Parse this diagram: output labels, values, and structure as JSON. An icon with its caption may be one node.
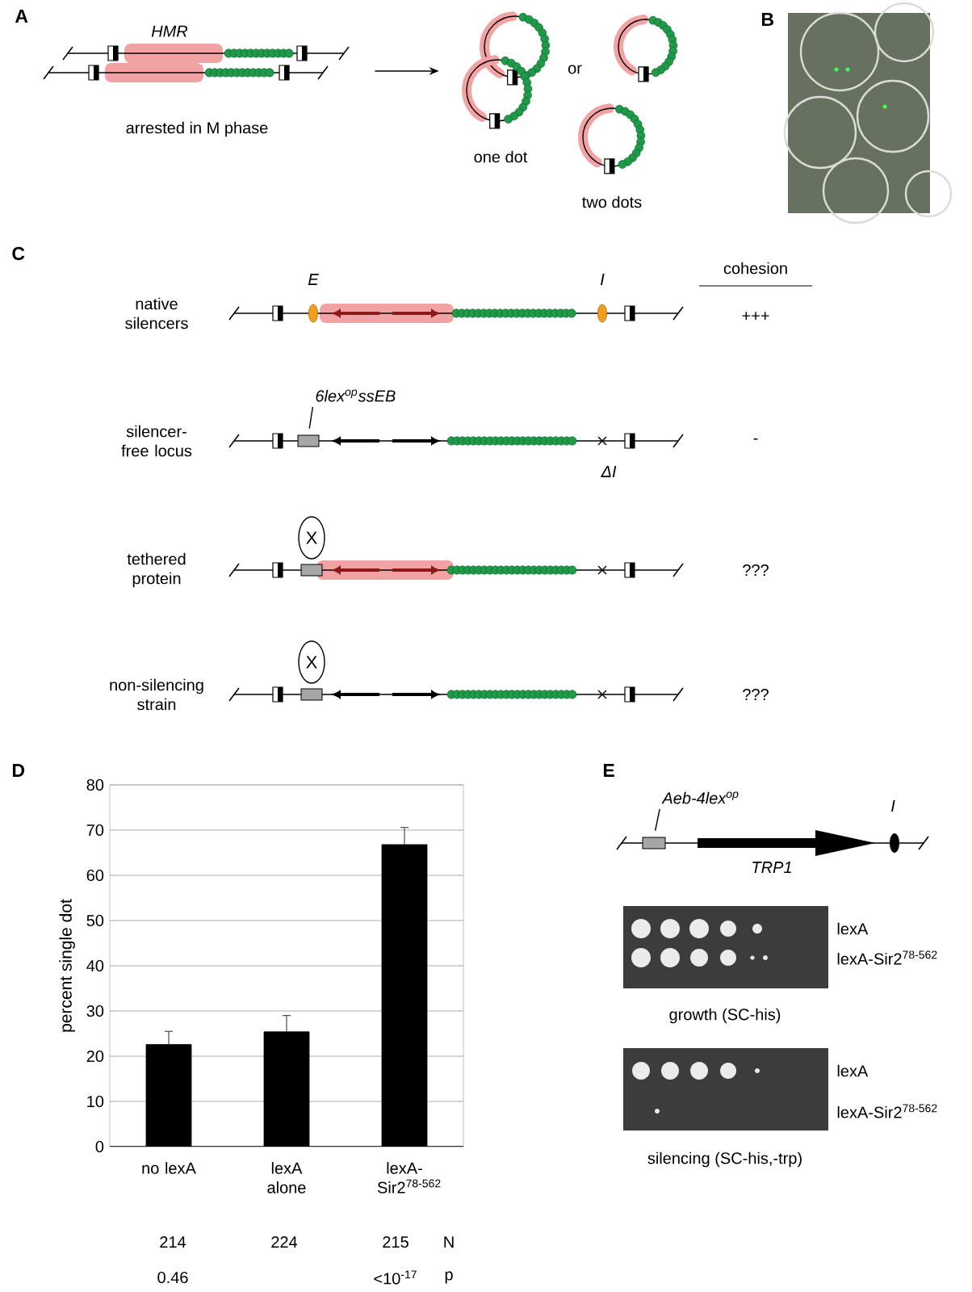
{
  "diagram": {
    "nodes": [
      {
        "text": [],
        "shape": "picture",
        "beside": [
          "HMR"
        ]
      },
      {
        "text": [],
        "shape": "picture"
      },
      {
        "text": [
          "6lex$^{op}$ssEB"
        ]
      },
      {
        "text": [],
        "shape": "box"
      },
      {
        "text": [
          "X"
        ]
      },
      {
        "text": [
          "X"
        ]
      },
      {
        "text": [
          "Aeb-4lex$^{op}$"
        ]
      },
      {
        "text": [],
        "shape": "box"
      }
    ],
    "edges": [
      {
        "from": 0,
        "to": 1,
        "arrow": "to"
      },
      {
        "from": 2,
        "to": 3,
        "arrow": "none"
      },
      {
        "from": 6,
        "to": 7,
        "arrow": "none"
      }
    ],
    "labels": [
      "A",
      "arrested in M phase",
      "or",
      "one dot",
      "two dots",
      "B",
      "C",
      "E",
      "I",
      "cohesion",
      "native silencers",
      "+++",
      "silencer-free locus",
      "-",
      "ΔI",
      "tethered protein",
      "???",
      "non-silencing strain",
      "???",
      "D",
      "214",
      "224",
      "215",
      "N",
      "0.46",
      "<10$^{-17}$",
      "p",
      "E",
      "I",
      "TRP1",
      "lexA",
      "lexA-Sir2$^{78-562}$",
      "growth (SC-his)",
      "lexA",
      "lexA-Sir2$^{78-562}$",
      "silencing (SC-his,-trp)"
    ],
    "chart_data": {
      "type": "bar",
      "ylabel": "percent single dot",
      "categories": [
        "no lexA",
        "lexA alone",
        "lexA-Sir2$^{78-562}$"
      ],
      "series": [
        {
          "color": "#000000",
          "values": [
            22.6,
            25.4,
            66.8
          ],
          "errors": [
            2.9,
            3.6,
            3.8
          ]
        }
      ],
      "ylim": [
        0,
        80
      ],
      "yticks": [
        0,
        10,
        20,
        30,
        40,
        50,
        60,
        70,
        80
      ],
      "grid": true
    }
  }
}
